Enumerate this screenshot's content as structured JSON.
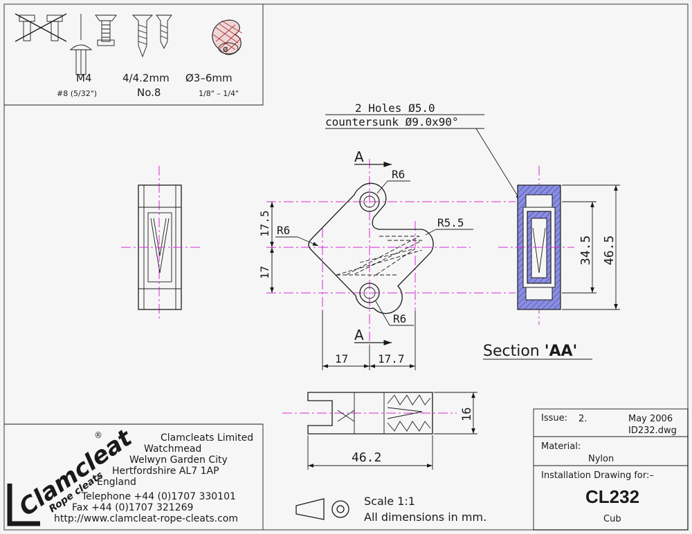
{
  "fixings": {
    "rivet": "#8 (5/32\")",
    "screw_m": "M4",
    "screw_size": "4/4.2mm",
    "screw_no": "No.8",
    "rope_dia": "Ø3–6mm",
    "rope_in": "1/8\" – 1/4\""
  },
  "holes_note": {
    "line1": "2 Holes Ø5.0",
    "line2": "countersunk Ø9.0x90°"
  },
  "dims": {
    "r6_top": "R6",
    "r6_left": "R6",
    "r6_bottom": "R6",
    "r5_5": "R5.5",
    "d17_5": "17.5",
    "d17": "17",
    "d17_bottom": "17",
    "d17_7": "17.7",
    "d34_5": "34.5",
    "d46_5": "46.5",
    "d16": "16",
    "d46_2": "46.2",
    "section_mark_top": "A",
    "section_mark_bottom": "A"
  },
  "section_label": {
    "prefix": "Section ",
    "name": "'AA'"
  },
  "company": {
    "logo_main": "Clamcleat",
    "logo_reg": "®",
    "logo_sub": "Rope cleats",
    "name": "Clamcleats Limited",
    "addr1": "Watchmead",
    "addr2": "Welwyn Garden City",
    "addr3": "Hertfordshire AL7 1AP",
    "addr4": "England",
    "tel": "Telephone +44 (0)1707 330101",
    "fax": "Fax +44 (0)1707 321269",
    "web": "http://www.clamcleat-rope-cleats.com"
  },
  "scale": {
    "line1": "Scale 1:1",
    "line2": "All dimensions in mm."
  },
  "title_block": {
    "issue_label": "Issue:",
    "issue_value": "2.",
    "date": "May 2006",
    "file": "ID232.dwg",
    "material_label": "Material:",
    "material_value": "Nylon",
    "drawing_for": "Installation Drawing for:–",
    "part_no": "CL232",
    "part_name": "Cub"
  },
  "colors": {
    "centerline": "#d42ad4",
    "section_fill": "#7b7fd6",
    "line": "#1a1a1a"
  }
}
